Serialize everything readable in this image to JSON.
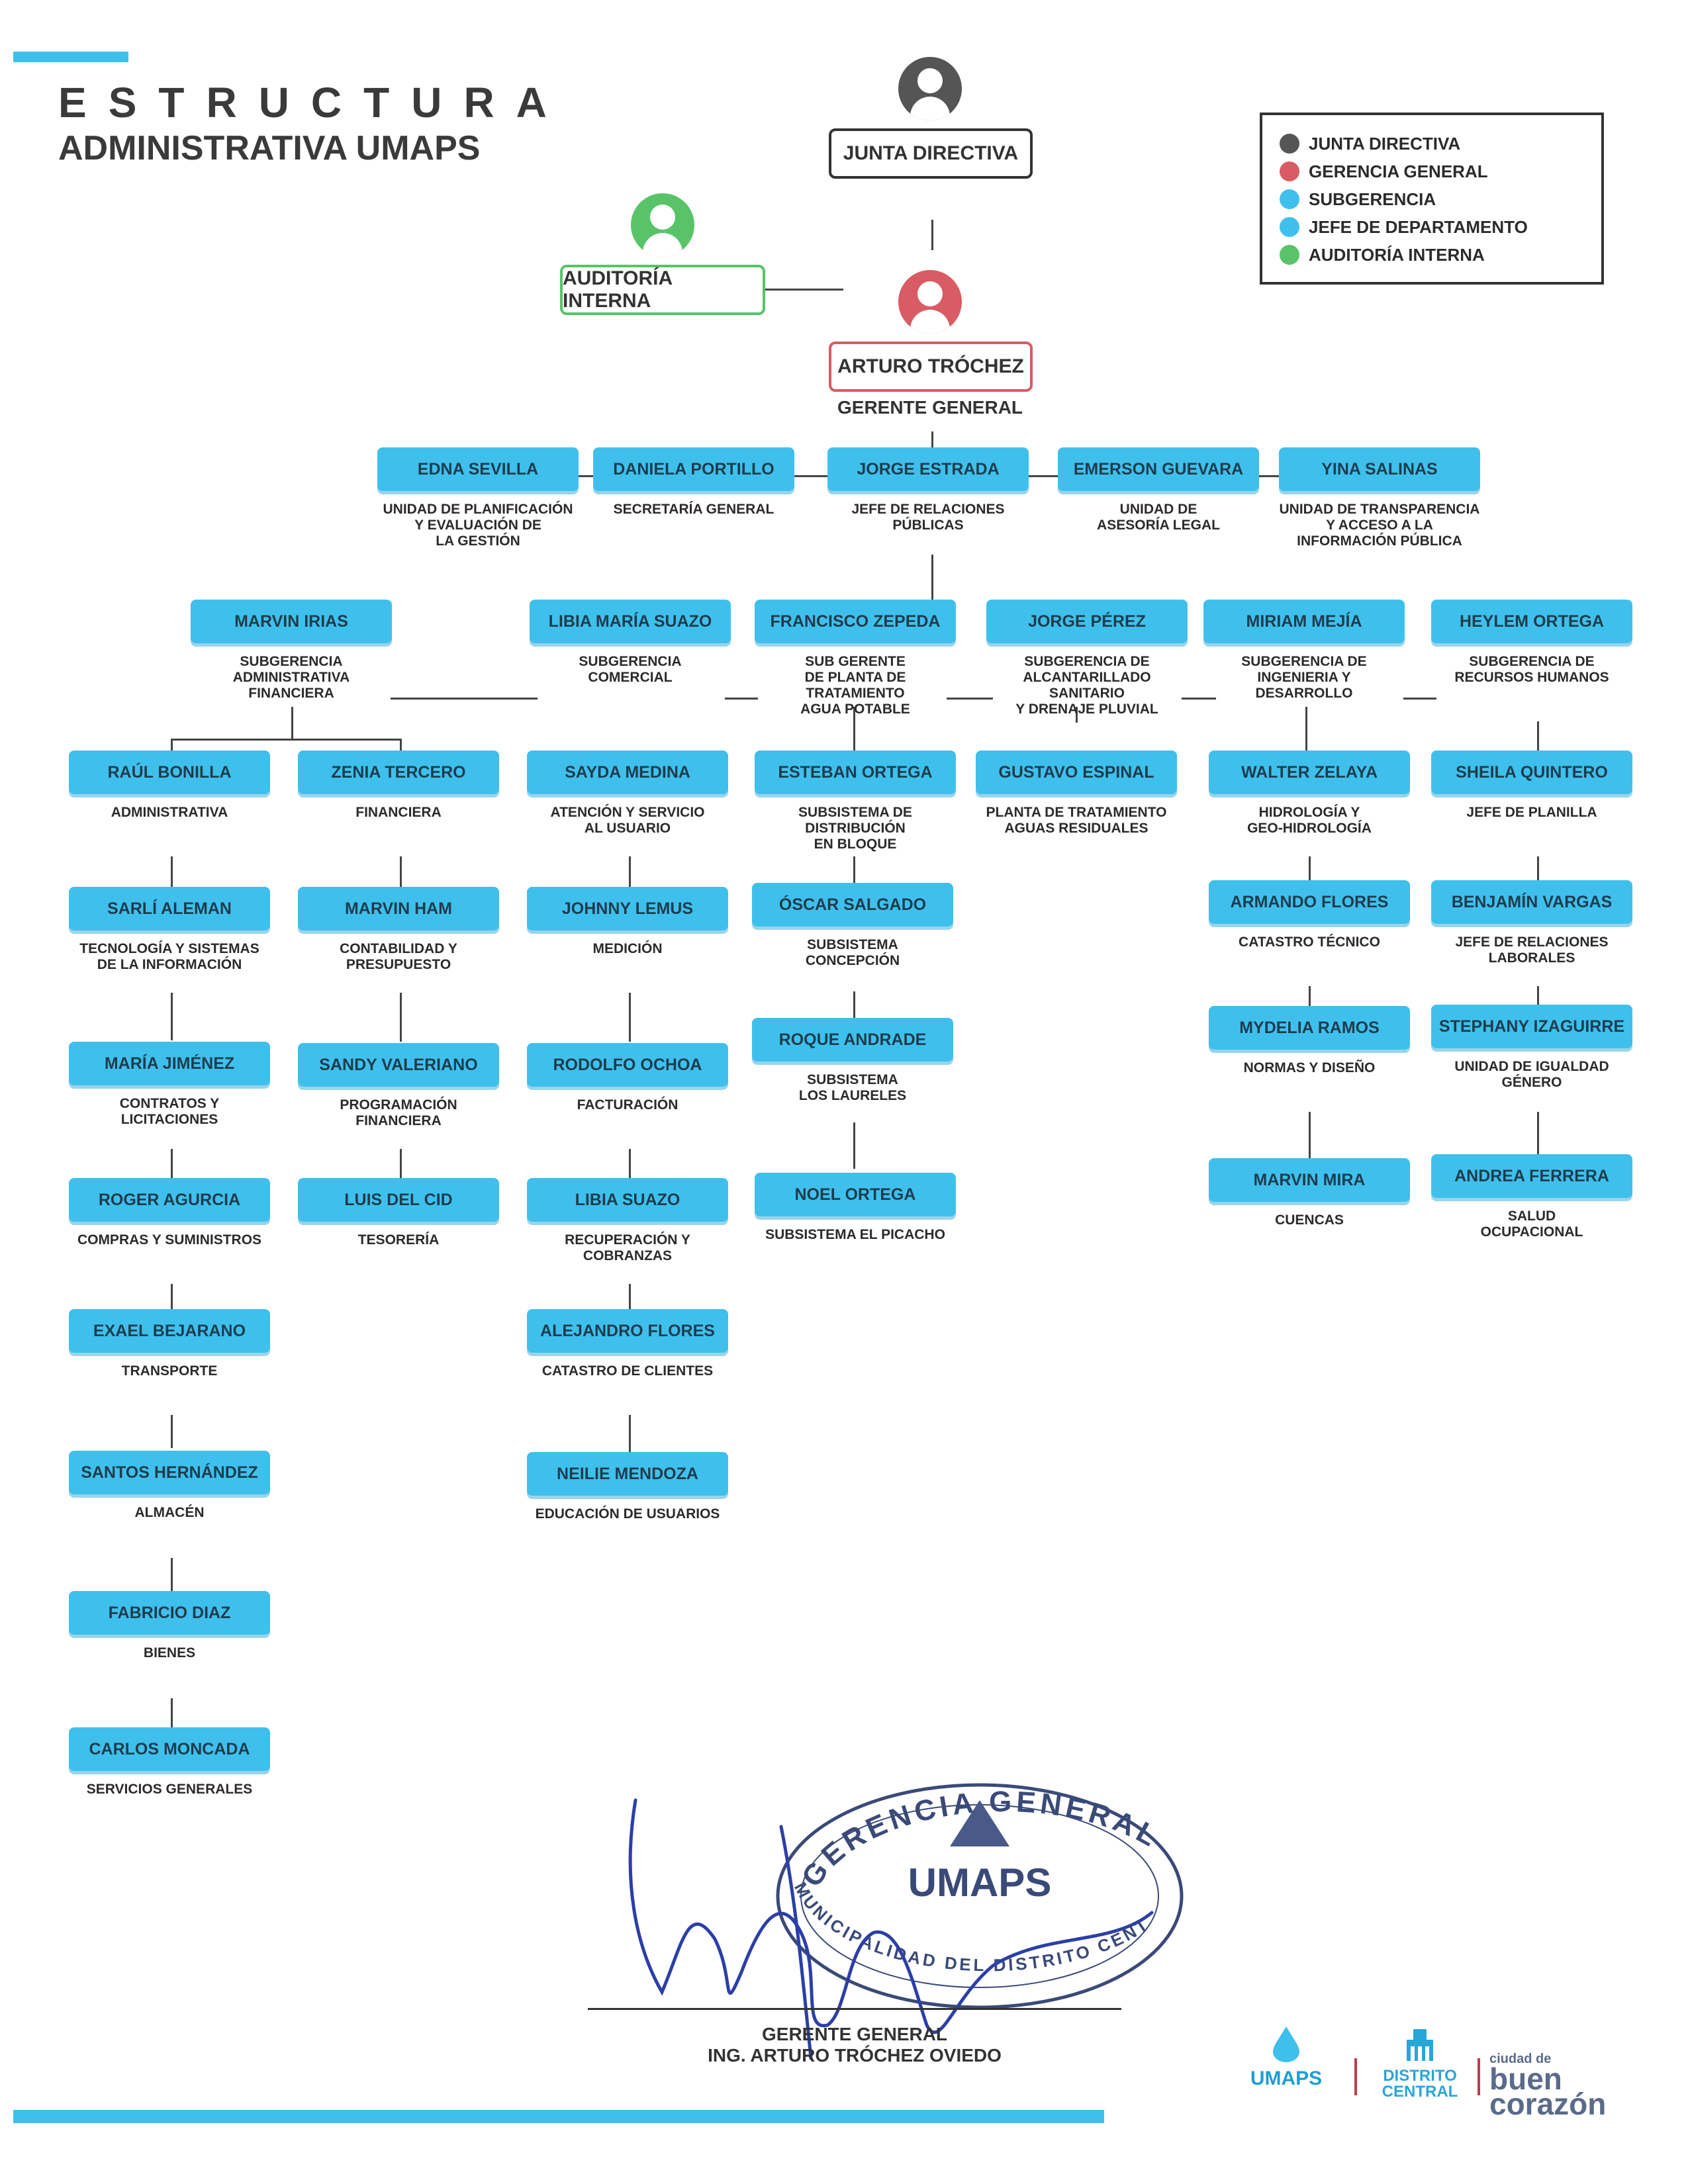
{
  "title": {
    "line1": "ESTRUCTURA",
    "line2": "ADMINISTRATIVA UMAPS"
  },
  "legend": [
    {
      "label": "JUNTA DIRECTIVA",
      "color": "#555555"
    },
    {
      "label": "GERENCIA GENERAL",
      "color": "#d95b63"
    },
    {
      "label": "SUBGERENCIA",
      "color": "#3fc0ec"
    },
    {
      "label": "JEFE DE DEPARTAMENTO",
      "color": "#3fc0ec"
    },
    {
      "label": "AUDITORÍA INTERNA",
      "color": "#59c36a"
    }
  ],
  "top": {
    "junta": "JUNTA DIRECTIVA",
    "auditoria": "AUDITORÍA INTERNA",
    "gerente_name": "ARTURO TRÓCHEZ",
    "gerente_role": "GERENTE GENERAL"
  },
  "level1": [
    {
      "name": "EDNA SEVILLA",
      "role": "UNIDAD DE PLANIFICACIÓN\nY EVALUACIÓN DE\nLA GESTIÓN"
    },
    {
      "name": "DANIELA PORTILLO",
      "role": "SECRETARÍA GENERAL"
    },
    {
      "name": "JORGE ESTRADA",
      "role": "JEFE DE RELACIONES\nPÚBLICAS"
    },
    {
      "name": "EMERSON GUEVARA",
      "role": "UNIDAD DE\nASESORÍA LEGAL"
    },
    {
      "name": "YINA SALINAS",
      "role": "UNIDAD DE TRANSPARENCIA\nY ACCESO A LA\nINFORMACIÓN PÚBLICA"
    }
  ],
  "subgerencias": [
    {
      "name": "MARVIN IRIAS",
      "role": "SUBGERENCIA\nADMINISTRATIVA\nFINANCIERA"
    },
    {
      "name": "LIBIA MARÍA SUAZO",
      "role": "SUBGERENCIA\nCOMERCIAL"
    },
    {
      "name": "FRANCISCO ZEPEDA",
      "role": "SUB GERENTE\nDE PLANTA DE TRATAMIENTO\nAGUA POTABLE"
    },
    {
      "name": "JORGE PÉREZ",
      "role": "SUBGERENCIA DE\nALCANTARILLADO SANITARIO\nY DRENAJE PLUVIAL"
    },
    {
      "name": "MIRIAM MEJÍA",
      "role": "SUBGERENCIA DE\nINGENIERIA Y\nDESARROLLO"
    },
    {
      "name": "HEYLEM ORTEGA",
      "role": "SUBGERENCIA DE\nRECURSOS HUMANOS"
    }
  ],
  "columns": {
    "administrativa": [
      {
        "name": "RAÚL BONILLA",
        "role": "ADMINISTRATIVA"
      },
      {
        "name": "SARLÍ ALEMAN",
        "role": "TECNOLOGÍA Y SISTEMAS\nDE LA INFORMACIÓN"
      },
      {
        "name": "MARÍA JIMÉNEZ",
        "role": "CONTRATOS Y\nLICITACIONES"
      },
      {
        "name": "ROGER AGURCIA",
        "role": "COMPRAS Y SUMINISTROS"
      },
      {
        "name": "EXAEL BEJARANO",
        "role": "TRANSPORTE"
      },
      {
        "name": "SANTOS HERNÁNDEZ",
        "role": "ALMACÉN"
      },
      {
        "name": "FABRICIO DIAZ",
        "role": "BIENES"
      },
      {
        "name": "CARLOS MONCADA",
        "role": "SERVICIOS GENERALES"
      }
    ],
    "financiera": [
      {
        "name": "ZENIA TERCERO",
        "role": "FINANCIERA"
      },
      {
        "name": "MARVIN HAM",
        "role": "CONTABILIDAD Y\nPRESUPUESTO"
      },
      {
        "name": "SANDY VALERIANO",
        "role": "PROGRAMACIÓN\nFINANCIERA"
      },
      {
        "name": "LUIS DEL CID",
        "role": "TESORERÍA"
      }
    ],
    "comercial": [
      {
        "name": "SAYDA MEDINA",
        "role": "ATENCIÓN Y SERVICIO\nAL USUARIO"
      },
      {
        "name": "JOHNNY LEMUS",
        "role": "MEDICIÓN"
      },
      {
        "name": "RODOLFO OCHOA",
        "role": "FACTURACIÓN"
      },
      {
        "name": "LIBIA SUAZO",
        "role": "RECUPERACIÓN Y\nCOBRANZAS"
      },
      {
        "name": "ALEJANDRO FLORES",
        "role": "CATASTRO DE CLIENTES"
      },
      {
        "name": "NEILIE MENDOZA",
        "role": "EDUCACIÓN DE USUARIOS"
      }
    ],
    "planta": [
      {
        "name": "ESTEBAN ORTEGA",
        "role": "SUBSISTEMA DE\nDISTRIBUCIÓN\nEN BLOQUE"
      },
      {
        "name": "ÓSCAR SALGADO",
        "role": "SUBSISTEMA\nCONCEPCIÓN"
      },
      {
        "name": "ROQUE ANDRADE",
        "role": "SUBSISTEMA\nLOS LAURELES"
      },
      {
        "name": "NOEL ORTEGA",
        "role": "SUBSISTEMA EL PICACHO"
      }
    ],
    "alcantarillado": [
      {
        "name": "GUSTAVO ESPINAL",
        "role": "PLANTA DE TRATAMIENTO\nAGUAS RESIDUALES"
      }
    ],
    "ingenieria": [
      {
        "name": "WALTER ZELAYA",
        "role": "HIDROLOGÍA Y\nGEO-HIDROLOGÍA"
      },
      {
        "name": "ARMANDO FLORES",
        "role": "CATASTRO TÉCNICO"
      },
      {
        "name": "MYDELIA RAMOS",
        "role": "NORMAS Y DISEÑO"
      },
      {
        "name": "MARVIN MIRA",
        "role": "CUENCAS"
      }
    ],
    "rrhh": [
      {
        "name": "SHEILA QUINTERO",
        "role": "JEFE DE PLANILLA"
      },
      {
        "name": "BENJAMÍN VARGAS",
        "role": "JEFE DE RELACIONES\nLABORALES"
      },
      {
        "name": "STEPHANY IZAGUIRRE",
        "role": "UNIDAD DE IGUALDAD\nGÉNERO"
      },
      {
        "name": "ANDREA FERRERA",
        "role": "SALUD\nOCUPACIONAL"
      }
    ]
  },
  "signature": {
    "line1": "GERENTE GENERAL",
    "line2": "ING. ARTURO TRÓCHEZ OVIEDO"
  },
  "stamp": {
    "top_text": "GERENCIA GENERAL",
    "center_text": "UMAPS",
    "bottom_text": "MUNICIPALIDAD DEL DISTRITO CENTRAL"
  },
  "logos": {
    "umaps": "UMAPS",
    "dc_line1": "DISTRITO",
    "dc_line2": "CENTRAL",
    "bc_small": "ciudad de",
    "bc_line1": "buen",
    "bc_line2": "corazón"
  }
}
